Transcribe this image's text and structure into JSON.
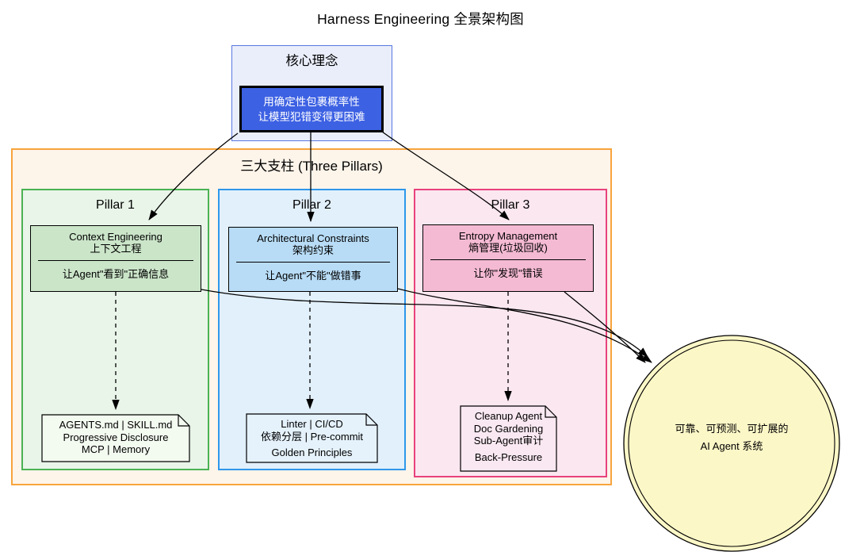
{
  "title": "Harness Engineering 全景架构图",
  "core": {
    "label": "核心理念",
    "principle_line1": "用确定性包裹概率性",
    "principle_line2": "让模型犯错变得更困难"
  },
  "pillars_container": {
    "label": "三大支柱 (Three Pillars)"
  },
  "pillars": [
    {
      "label": "Pillar 1",
      "node": {
        "line_en": "Context Engineering",
        "line_zh": "上下文工程",
        "effect": "让Agent\"看到\"正确信息"
      },
      "note_lines": [
        "AGENTS.md | SKILL.md",
        "Progressive Disclosure",
        "MCP | Memory"
      ]
    },
    {
      "label": "Pillar 2",
      "node": {
        "line_en": "Architectural Constraints",
        "line_zh": "架构约束",
        "effect": "让Agent\"不能\"做错事"
      },
      "note_lines": [
        "Linter | CI/CD",
        "依赖分层 | Pre-commit"
      ],
      "note_footer": "Golden Principles"
    },
    {
      "label": "Pillar 3",
      "node": {
        "line_en": "Entropy Management",
        "line_zh": "熵管理(垃圾回收)",
        "effect": "让你\"发现\"错误"
      },
      "note_lines": [
        "Cleanup Agent",
        "Doc Gardening",
        "Sub-Agent审计"
      ],
      "note_footer": "Back-Pressure"
    }
  ],
  "outcome": {
    "line1": "可靠、可预测、可扩展的",
    "line2": "AI Agent 系统"
  },
  "colors": {
    "core_box_fill": "#EAEEFB",
    "core_box_border": "#5A78E0",
    "core_node_fill": "#3D61E3",
    "core_node_text": "#FFFFFF",
    "pillars_box_fill": "#FDF4EA",
    "pillars_box_border": "#F8A43C",
    "pillar1_fill": "#E9F5E9",
    "pillar1_border": "#4AB254",
    "pillar1_node_fill": "#CBE5C9",
    "pillar2_fill": "#E2F0FB",
    "pillar2_border": "#2E97EB",
    "pillar2_node_fill": "#B8DCF6",
    "pillar3_fill": "#FBE7F0",
    "pillar3_border": "#E8427D",
    "pillar3_node_fill": "#F5BAD3",
    "note1_fill": "#F3FAF0",
    "note2_fill": "#E5F2FC",
    "note3_fill": "#F9E8F1",
    "outcome_circle_fill": "#FCF7C7",
    "edge_color": "#000000"
  }
}
